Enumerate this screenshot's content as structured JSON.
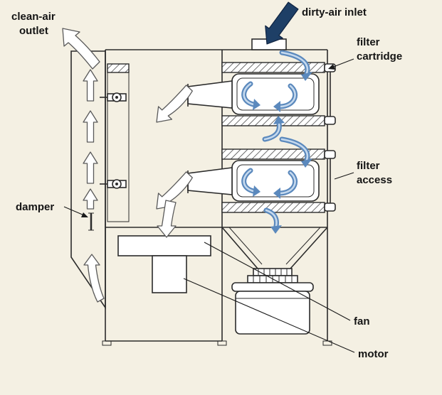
{
  "colors": {
    "background": "#f4f0e3",
    "outline": "#2b2b2b",
    "dirty_air_arrow": "#1e3f66",
    "airflow_swirl_blue": "#5b89bd",
    "airflow_swirl_highlight": "#c5d9ee",
    "clean_air_arrow": "#ffffff"
  },
  "labels": {
    "clean_air_line1": "clean-air",
    "clean_air_line2": "outlet",
    "dirty_air_inlet": "dirty-air inlet",
    "filter_cartridge_line1": "filter",
    "filter_cartridge_line2": "cartridge",
    "filter_access_line1": "filter",
    "filter_access_line2": "access",
    "damper": "damper",
    "fan": "fan",
    "motor": "motor"
  }
}
